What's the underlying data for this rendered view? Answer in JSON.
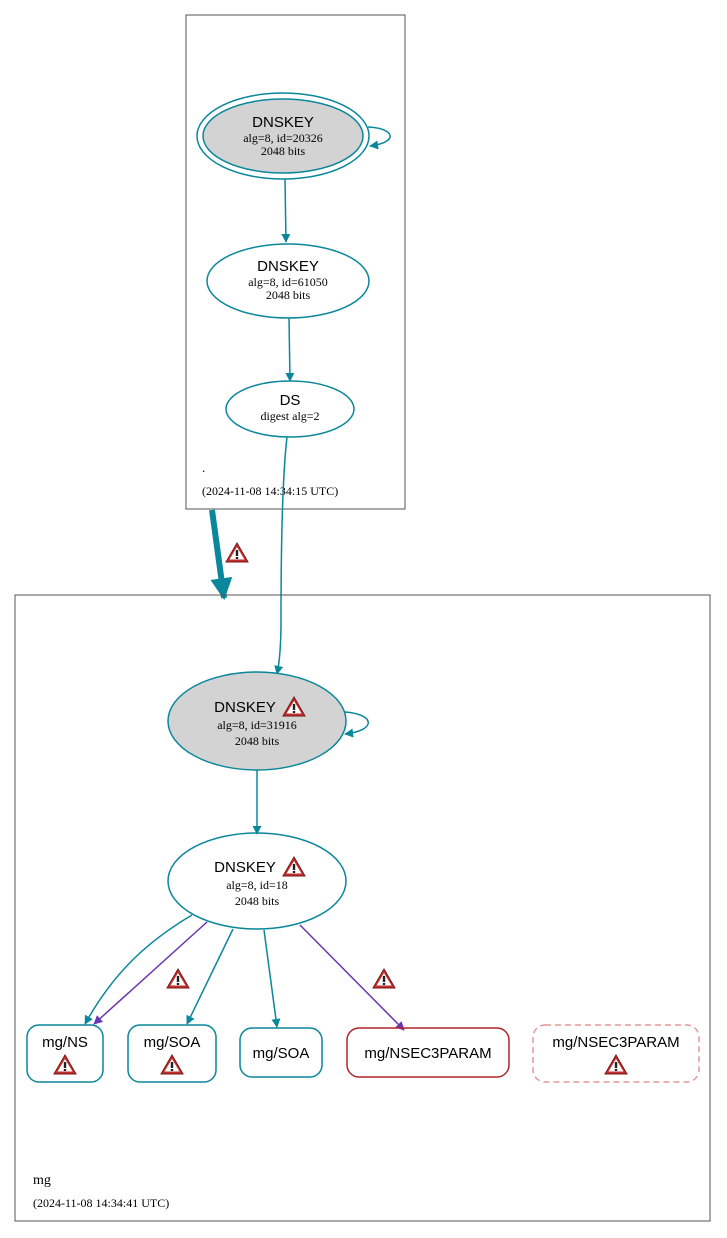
{
  "root_zone": {
    "name": ".",
    "timestamp": "(2024-11-08 14:34:15 UTC)",
    "ksk": {
      "title": "DNSKEY",
      "line1": "alg=8, id=20326",
      "line2": "2048 bits"
    },
    "zsk": {
      "title": "DNSKEY",
      "line1": "alg=8, id=61050",
      "line2": "2048 bits"
    },
    "ds": {
      "title": "DS",
      "line1": "digest alg=2"
    }
  },
  "mg_zone": {
    "name": "mg",
    "timestamp": "(2024-11-08 14:34:41 UTC)",
    "ksk": {
      "title": "DNSKEY",
      "line1": "alg=8, id=31916",
      "line2": "2048 bits"
    },
    "zsk": {
      "title": "DNSKEY",
      "line1": "alg=8, id=18",
      "line2": "2048 bits"
    },
    "records": {
      "ns": "mg/NS",
      "soa1": "mg/SOA",
      "soa2": "mg/SOA",
      "nsec3param": "mg/NSEC3PARAM",
      "nsec3param_missing": "mg/NSEC3PARAM"
    }
  },
  "colors": {
    "teal": "#0a879a",
    "purple": "#6a35b0",
    "red": "#b0252a",
    "light_red": "#e49a9a",
    "grey_fill": "#d3d3d3",
    "border": "#555555"
  }
}
